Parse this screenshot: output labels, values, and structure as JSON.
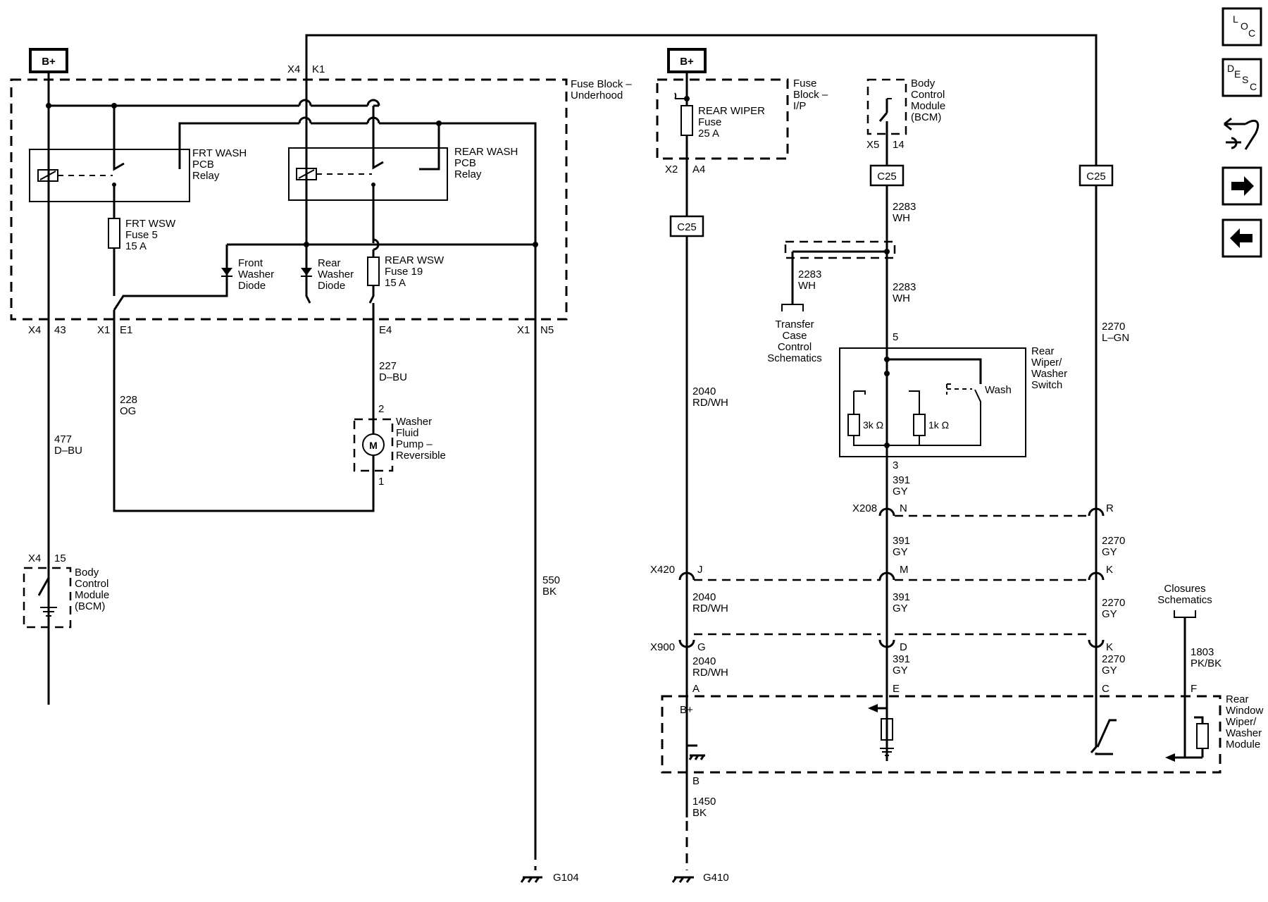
{
  "power": {
    "bplus_left": "B+",
    "bplus_right": "B+"
  },
  "fuse_block_underhood": {
    "label_1": "Fuse Block –",
    "label_2": "Underhood"
  },
  "fuse_block_ip": {
    "label_1": "Fuse",
    "label_2": "Block –",
    "label_3": "I/P"
  },
  "connectors": {
    "x4_k1_a": "X4",
    "x4_k1_b": "K1",
    "x4_43_a": "X4",
    "x4_43_b": "43",
    "x1_e1_a": "X1",
    "x1_e1_b": "E1",
    "e4": "E4",
    "x1_n5_a": "X1",
    "x1_n5_b": "N5",
    "x4_15_a": "X4",
    "x4_15_b": "15",
    "x2_a4_a": "X2",
    "x2_a4_b": "A4",
    "x5_14_a": "X5",
    "x5_14_b": "14",
    "c25_left": "C25",
    "c25_mid": "C25",
    "c25_right": "C25",
    "pin5": "5",
    "pin3": "3",
    "pin2": "2",
    "pin1": "1",
    "x208": "X208",
    "x208_n": "N",
    "x208_r": "R",
    "x420": "X420",
    "x420_j": "J",
    "x420_m": "M",
    "x420_k": "K",
    "x900": "X900",
    "x900_g": "G",
    "x900_d": "D",
    "x900_k": "K",
    "mod_a": "A",
    "mod_e": "E",
    "mod_c": "C",
    "mod_f": "F",
    "mod_b": "B"
  },
  "relays": {
    "frt": {
      "l1": "FRT WASH",
      "l2": "PCB",
      "l3": "Relay"
    },
    "rear": {
      "l1": "REAR WASH",
      "l2": "PCB",
      "l3": "Relay"
    }
  },
  "fuses": {
    "frt": {
      "l1": "FRT WSW",
      "l2": "Fuse 5",
      "l3": "15 A"
    },
    "rear": {
      "l1": "REAR WSW",
      "l2": "Fuse 19",
      "l3": "15 A"
    },
    "rear_wiper": {
      "l1": "REAR WIPER",
      "l2": "Fuse",
      "l3": "25 A"
    }
  },
  "diodes": {
    "front": {
      "l1": "Front",
      "l2": "Washer",
      "l3": "Diode"
    },
    "rear": {
      "l1": "Rear",
      "l2": "Washer",
      "l3": "Diode"
    }
  },
  "wires": {
    "w227": {
      "num": "227",
      "color": "D–BU"
    },
    "w228": {
      "num": "228",
      "color": "OG"
    },
    "w477": {
      "num": "477",
      "color": "D–BU"
    },
    "w550": {
      "num": "550",
      "color": "BK"
    },
    "w2040_a": {
      "num": "2040",
      "color": "RD/WH"
    },
    "w2040_b": {
      "num": "2040",
      "color": "RD/WH"
    },
    "w2040_c": {
      "num": "2040",
      "color": "RD/WH"
    },
    "w2283_a": {
      "num": "2283",
      "color": "WH"
    },
    "w2283_b": {
      "num": "2283",
      "color": "WH"
    },
    "w2283_c": {
      "num": "2283",
      "color": "WH"
    },
    "w391_a": {
      "num": "391",
      "color": "GY"
    },
    "w391_b": {
      "num": "391",
      "color": "GY"
    },
    "w391_c": {
      "num": "391",
      "color": "GY"
    },
    "w391_d": {
      "num": "391",
      "color": "GY"
    },
    "w2270_a": {
      "num": "2270",
      "color": "L–GN"
    },
    "w2270_b": {
      "num": "2270",
      "color": "GY"
    },
    "w2270_c": {
      "num": "2270",
      "color": "GY"
    },
    "w2270_d": {
      "num": "2270",
      "color": "GY"
    },
    "w1803": {
      "num": "1803",
      "color": "PK/BK"
    },
    "w1450": {
      "num": "1450",
      "color": "BK"
    }
  },
  "components": {
    "pump": {
      "l1": "Washer",
      "l2": "Fluid",
      "l3": "Pump –",
      "l4": "Reversible",
      "symbol": "M"
    },
    "bcm_left": {
      "l1": "Body",
      "l2": "Control",
      "l3": "Module",
      "l4": "(BCM)"
    },
    "bcm_right": {
      "l1": "Body",
      "l2": "Control",
      "l3": "Module",
      "l4": "(BCM)"
    },
    "transfer_case": {
      "l1": "Transfer",
      "l2": "Case",
      "l3": "Control",
      "l4": "Schematics"
    },
    "switch": {
      "l1": "Rear",
      "l2": "Wiper/",
      "l3": "Washer",
      "l4": "Switch",
      "r3k": "3k Ω",
      "r1k": "1k Ω",
      "wash": "Wash"
    },
    "closures": {
      "l1": "Closures",
      "l2": "Schematics"
    },
    "module": {
      "l1": "Rear",
      "l2": "Window",
      "l3": "Wiper/",
      "l4": "Washer",
      "l5": "Module",
      "bplus": "B+"
    }
  },
  "grounds": {
    "g104": "G104",
    "g410": "G410"
  },
  "nav": {
    "loc": {
      "a": "L",
      "b": "O",
      "c": "C"
    },
    "desc": {
      "a": "D",
      "b": "E",
      "c": "S",
      "d": "C"
    },
    "icons": [
      "connector-diagram-icon",
      "next-arrow-icon",
      "previous-arrow-icon"
    ]
  }
}
